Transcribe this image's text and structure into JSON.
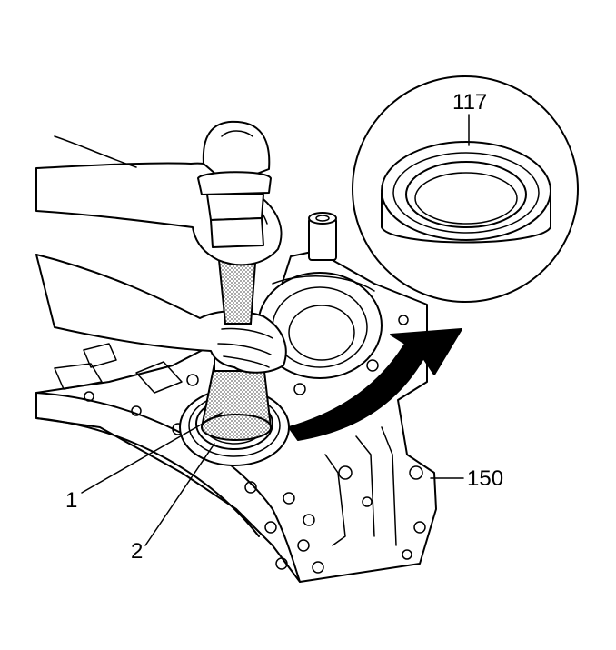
{
  "callouts": {
    "tool": "1",
    "seal_position": "2",
    "seal_part": "117",
    "housing": "150"
  },
  "colors": {
    "line": "#000000",
    "background": "#ffffff",
    "shading": "#9a9a9a"
  }
}
